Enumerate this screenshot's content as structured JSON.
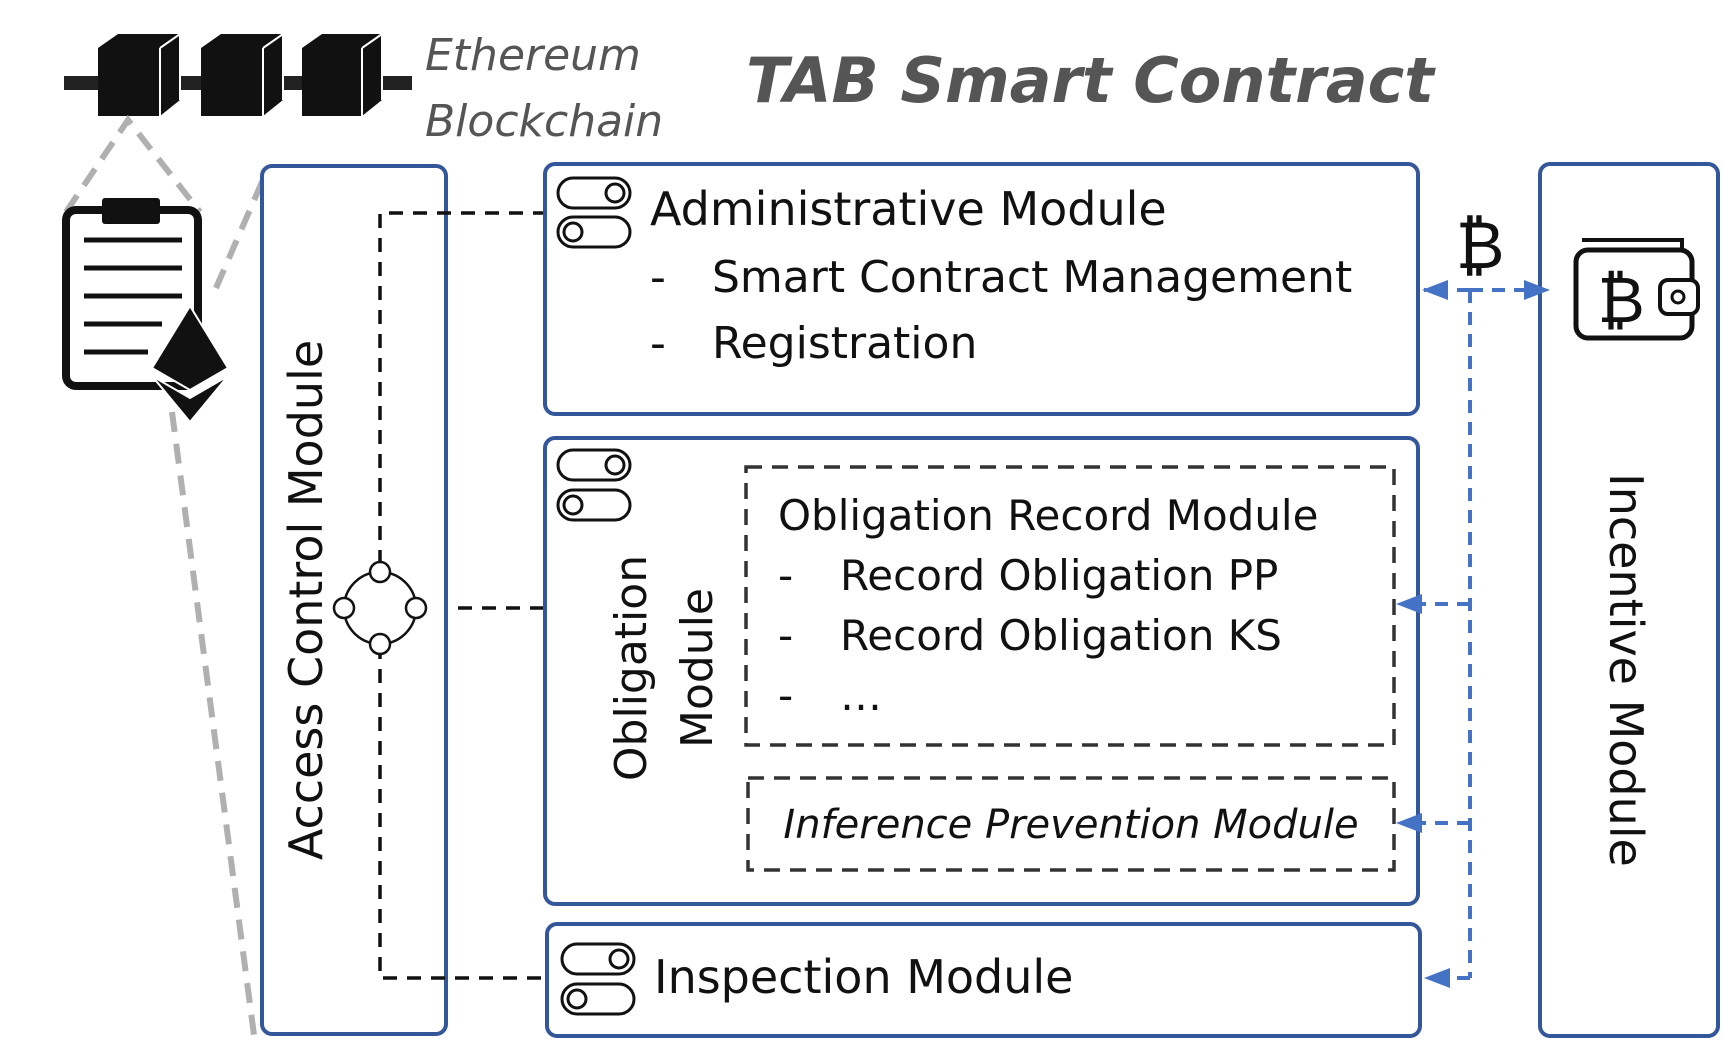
{
  "header": {
    "title": "TAB Smart Contract",
    "blockchain_line1": "Ethereum",
    "blockchain_line2": "Blockchain"
  },
  "modules": {
    "access_control": {
      "label": "Access Control Module"
    },
    "administrative": {
      "title": "Administrative Module",
      "items": [
        "Smart Contract Management",
        "Registration"
      ]
    },
    "obligation": {
      "label_line1": "Obligation",
      "label_line2": "Module",
      "record": {
        "title": "Obligation Record Module",
        "items": [
          "Record Obligation PP",
          "Record Obligation KS",
          "…"
        ]
      },
      "inference": {
        "title": "Inference Prevention Module"
      }
    },
    "inspection": {
      "title": "Inspection Module"
    },
    "incentive": {
      "label": "Incentive Module"
    }
  },
  "bullet": "-",
  "symbols": {
    "currency": "₿"
  },
  "colors": {
    "module_border": "#34569a",
    "incentive_arrows": "#4472c4",
    "title_text": "#555555",
    "blockchain_link": "#b0b0b0"
  },
  "icons": [
    "blockchain-icon",
    "contract-document-icon",
    "ethereum-icon",
    "toggle-switch-icon",
    "network-node-icon",
    "bitcoin-wallet-icon",
    "bitcoin-icon"
  ]
}
